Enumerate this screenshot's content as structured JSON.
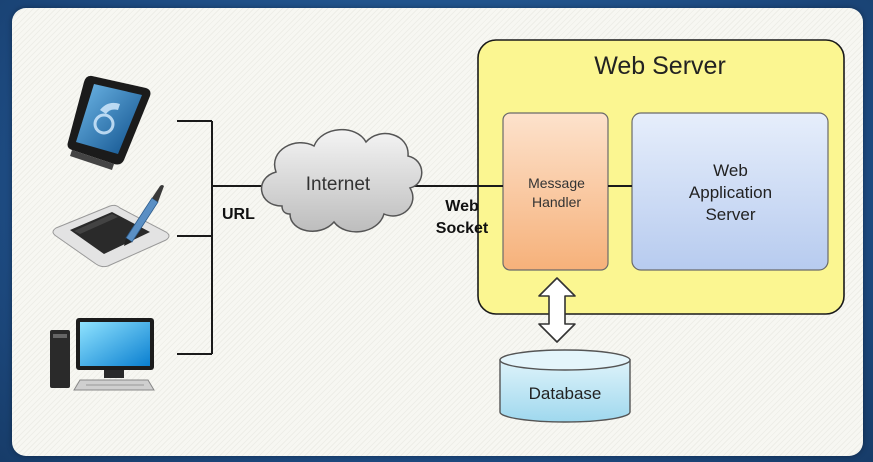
{
  "web_server": {
    "title": "Web Server"
  },
  "internet": {
    "label": "Internet"
  },
  "url_label": "URL",
  "websocket_label": {
    "line1": "Web",
    "line2": "Socket"
  },
  "message_handler": {
    "line1": "Message",
    "line2": "Handler"
  },
  "web_application_server": {
    "line1": "Web",
    "line2": "Application",
    "line3": "Server"
  },
  "database": {
    "label": "Database"
  },
  "clients": {
    "icons": [
      "smartphone-icon",
      "pen-tablet-icon",
      "desktop-computer-icon"
    ]
  },
  "colors": {
    "background": "#1f4f86",
    "panel": "#f7f7f2",
    "web_server_fill": "#fbf691",
    "message_handler_fill": "#f9c79f",
    "app_server_fill": "#cbdaf4",
    "database_fill": "#bfe6f4"
  }
}
